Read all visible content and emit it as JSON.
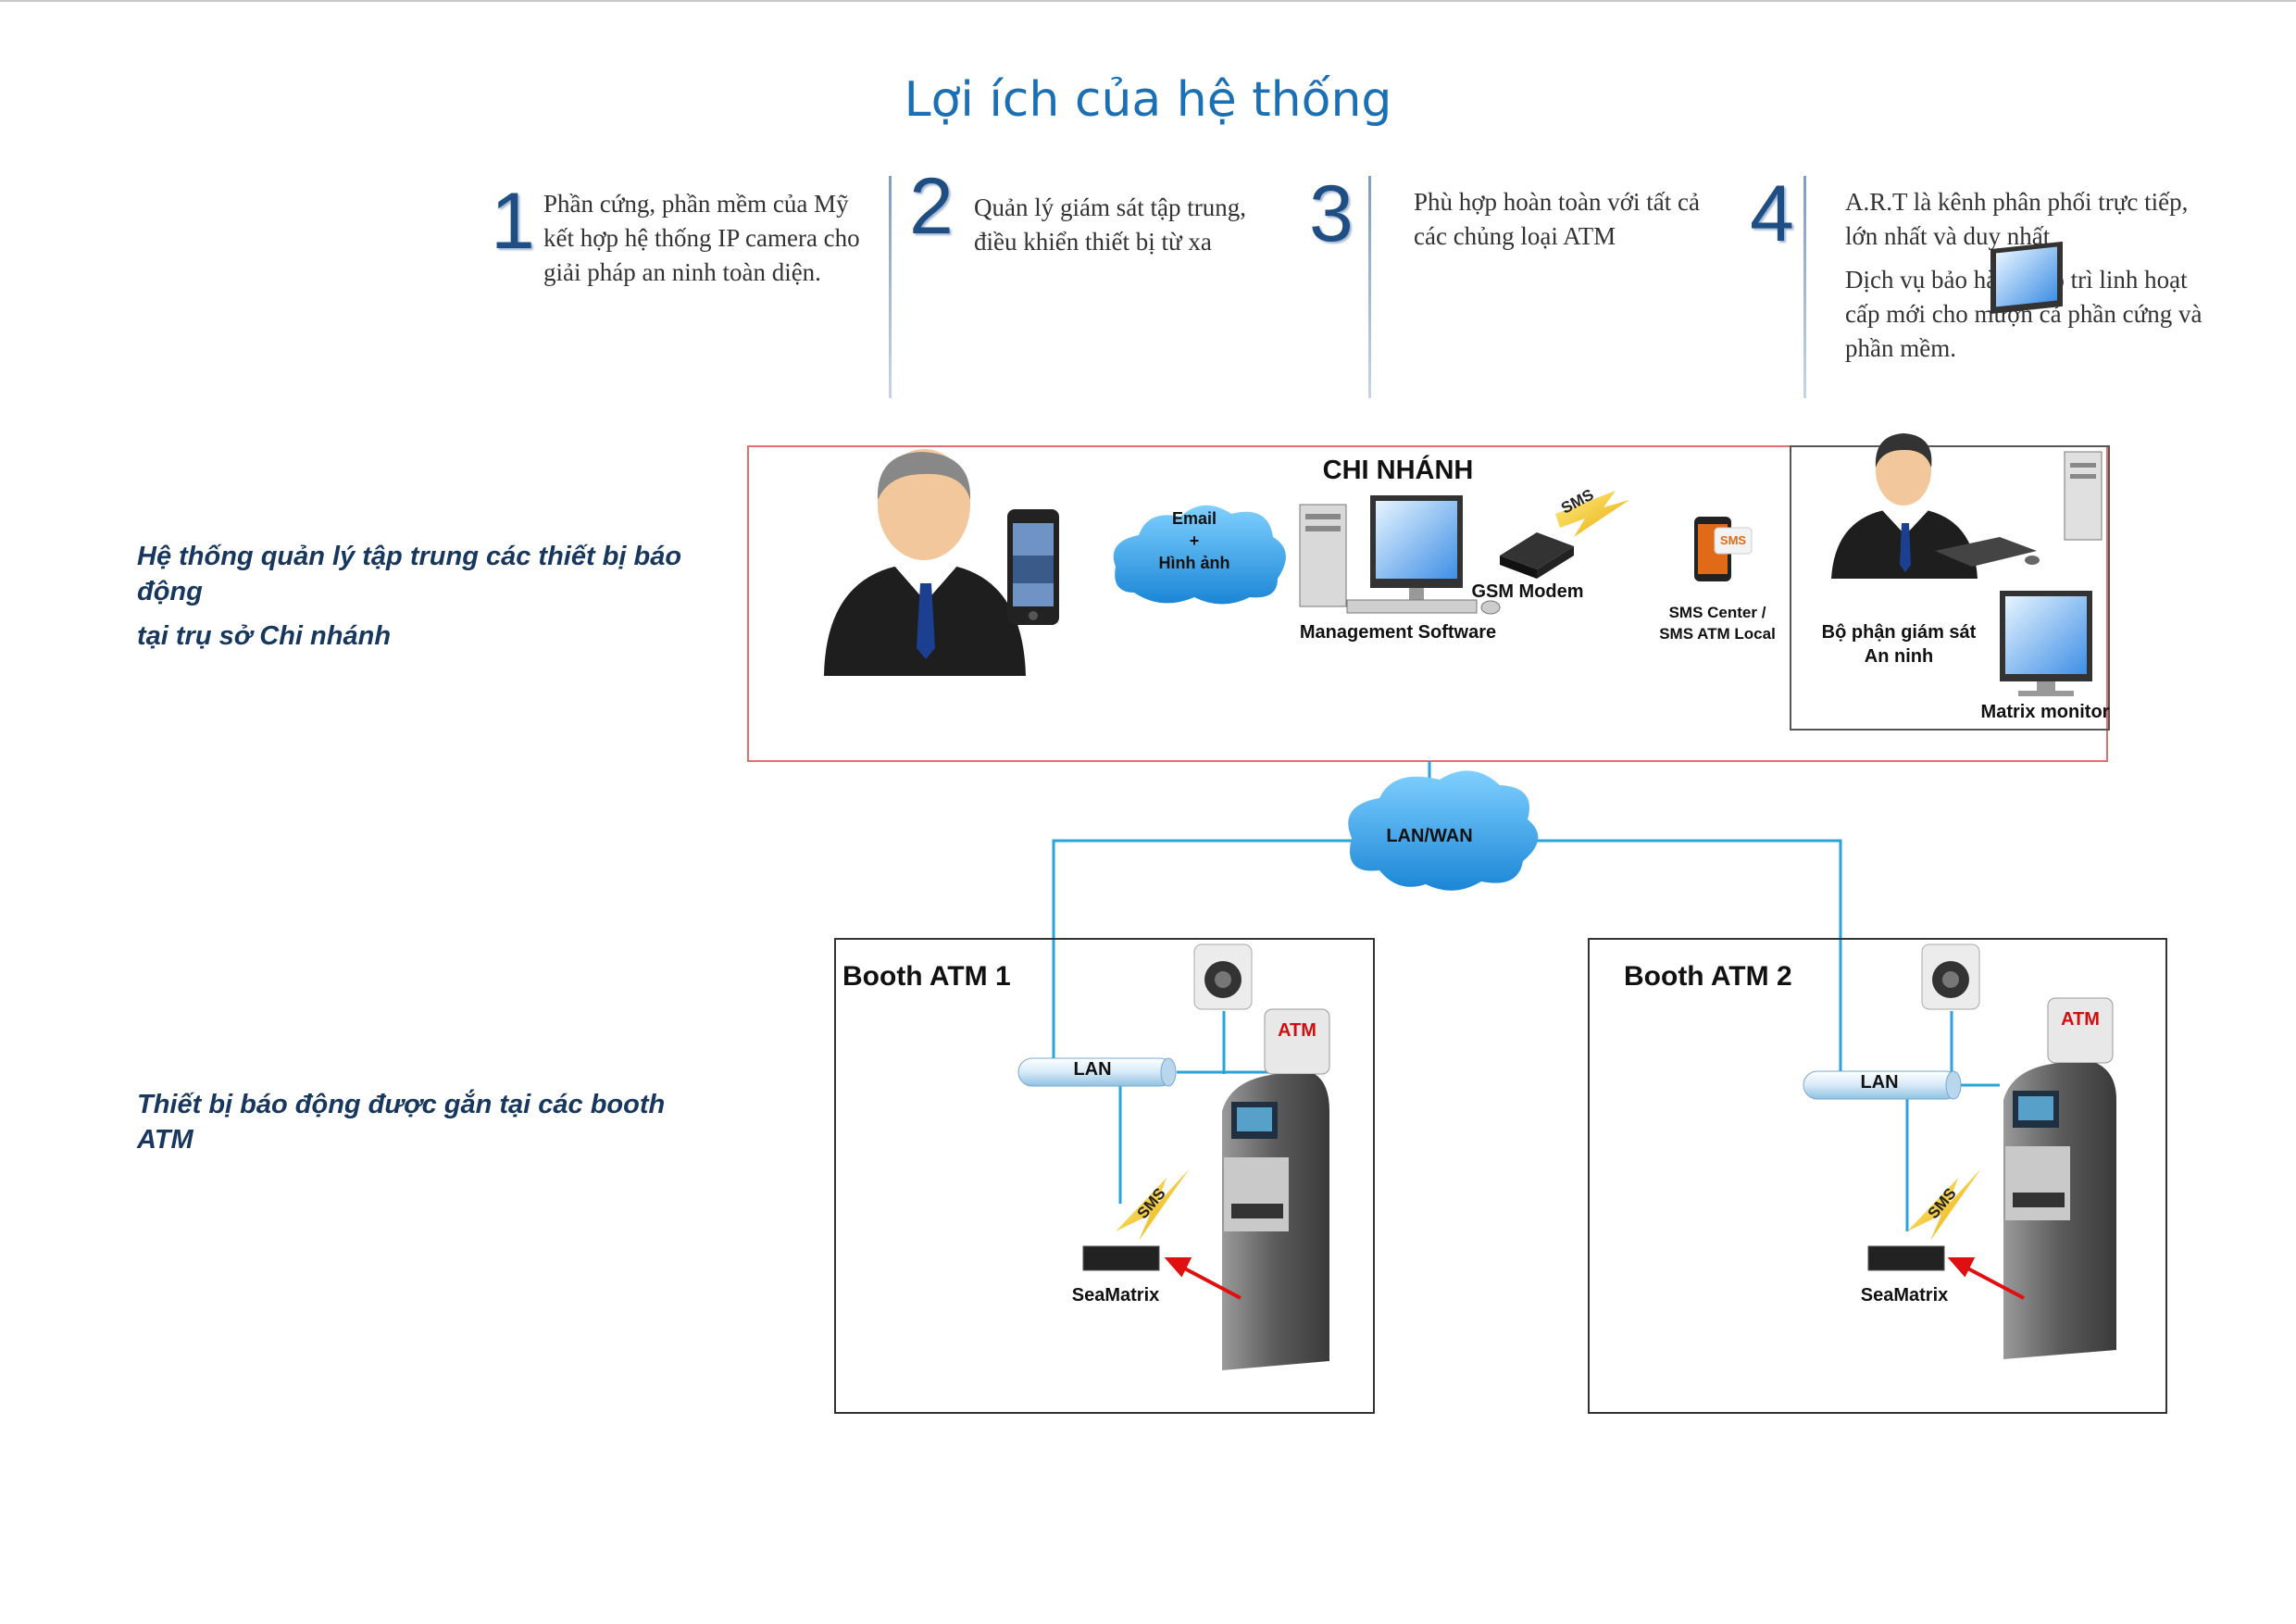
{
  "title": "Lợi ích của hệ thống",
  "benefits": [
    {
      "number": "1",
      "lines": [
        "Phần cứng, phần mềm của Mỹ  kết hợp hệ thống IP camera cho giải pháp an ninh toàn diện."
      ]
    },
    {
      "number": "2",
      "lines": [
        "Quản lý giám sát tập trung, điều khiển thiết bị từ xa"
      ]
    },
    {
      "number": "3",
      "lines": [
        "Phù hợp hoàn toàn với tất cả các chủng loại ATM"
      ]
    },
    {
      "number": "4",
      "lines": [
        "A.R.T là kênh phân phối trực tiếp, lớn nhất và duy nhất",
        "Dịch vụ bảo hành bảo trì linh hoạt cấp mới cho mượn cả phần cứng và phần mềm."
      ]
    }
  ],
  "left_captions": {
    "branch_line1": "Hệ thống quản lý tập trung các thiết bị báo động",
    "branch_line2": "tại trụ sở Chi nhánh",
    "booth": "Thiết bị báo động được gắn tại các booth ATM"
  },
  "branch": {
    "title": "CHI NHÁNH",
    "cloud_email": "Email",
    "cloud_plus": "+",
    "cloud_image": "Hình ảnh",
    "management_software": "Management Software",
    "gsm_modem": "GSM Modem",
    "sms_tag": "SMS",
    "sms_center_line1": "SMS Center /",
    "sms_center_line2": "SMS ATM Local",
    "sms_phone_badge": "SMS",
    "security_dept_line1": "Bộ phận giám sát",
    "security_dept_line2": "An ninh",
    "matrix_monitor": "Matrix monitor"
  },
  "network": {
    "lanwan": "LAN/WAN"
  },
  "booths": [
    {
      "title": "Booth ATM 1",
      "lan": "LAN",
      "sms": "SMS",
      "device": "SeaMatrix",
      "atm_sign": "ATM"
    },
    {
      "title": "Booth ATM 2",
      "lan": "LAN",
      "sms": "SMS",
      "device": "SeaMatrix",
      "atm_sign": "ATM"
    }
  ],
  "colors": {
    "title_blue": "#1a6fb5",
    "number_blue": "#1f4e85",
    "caption_navy": "#17375e",
    "branch_border": "#e07070",
    "link_blue": "#2aa3d8",
    "cloud_blue": "#2f9fe0",
    "sms_yellow": "#f2c200",
    "arrow_red": "#e01010"
  }
}
